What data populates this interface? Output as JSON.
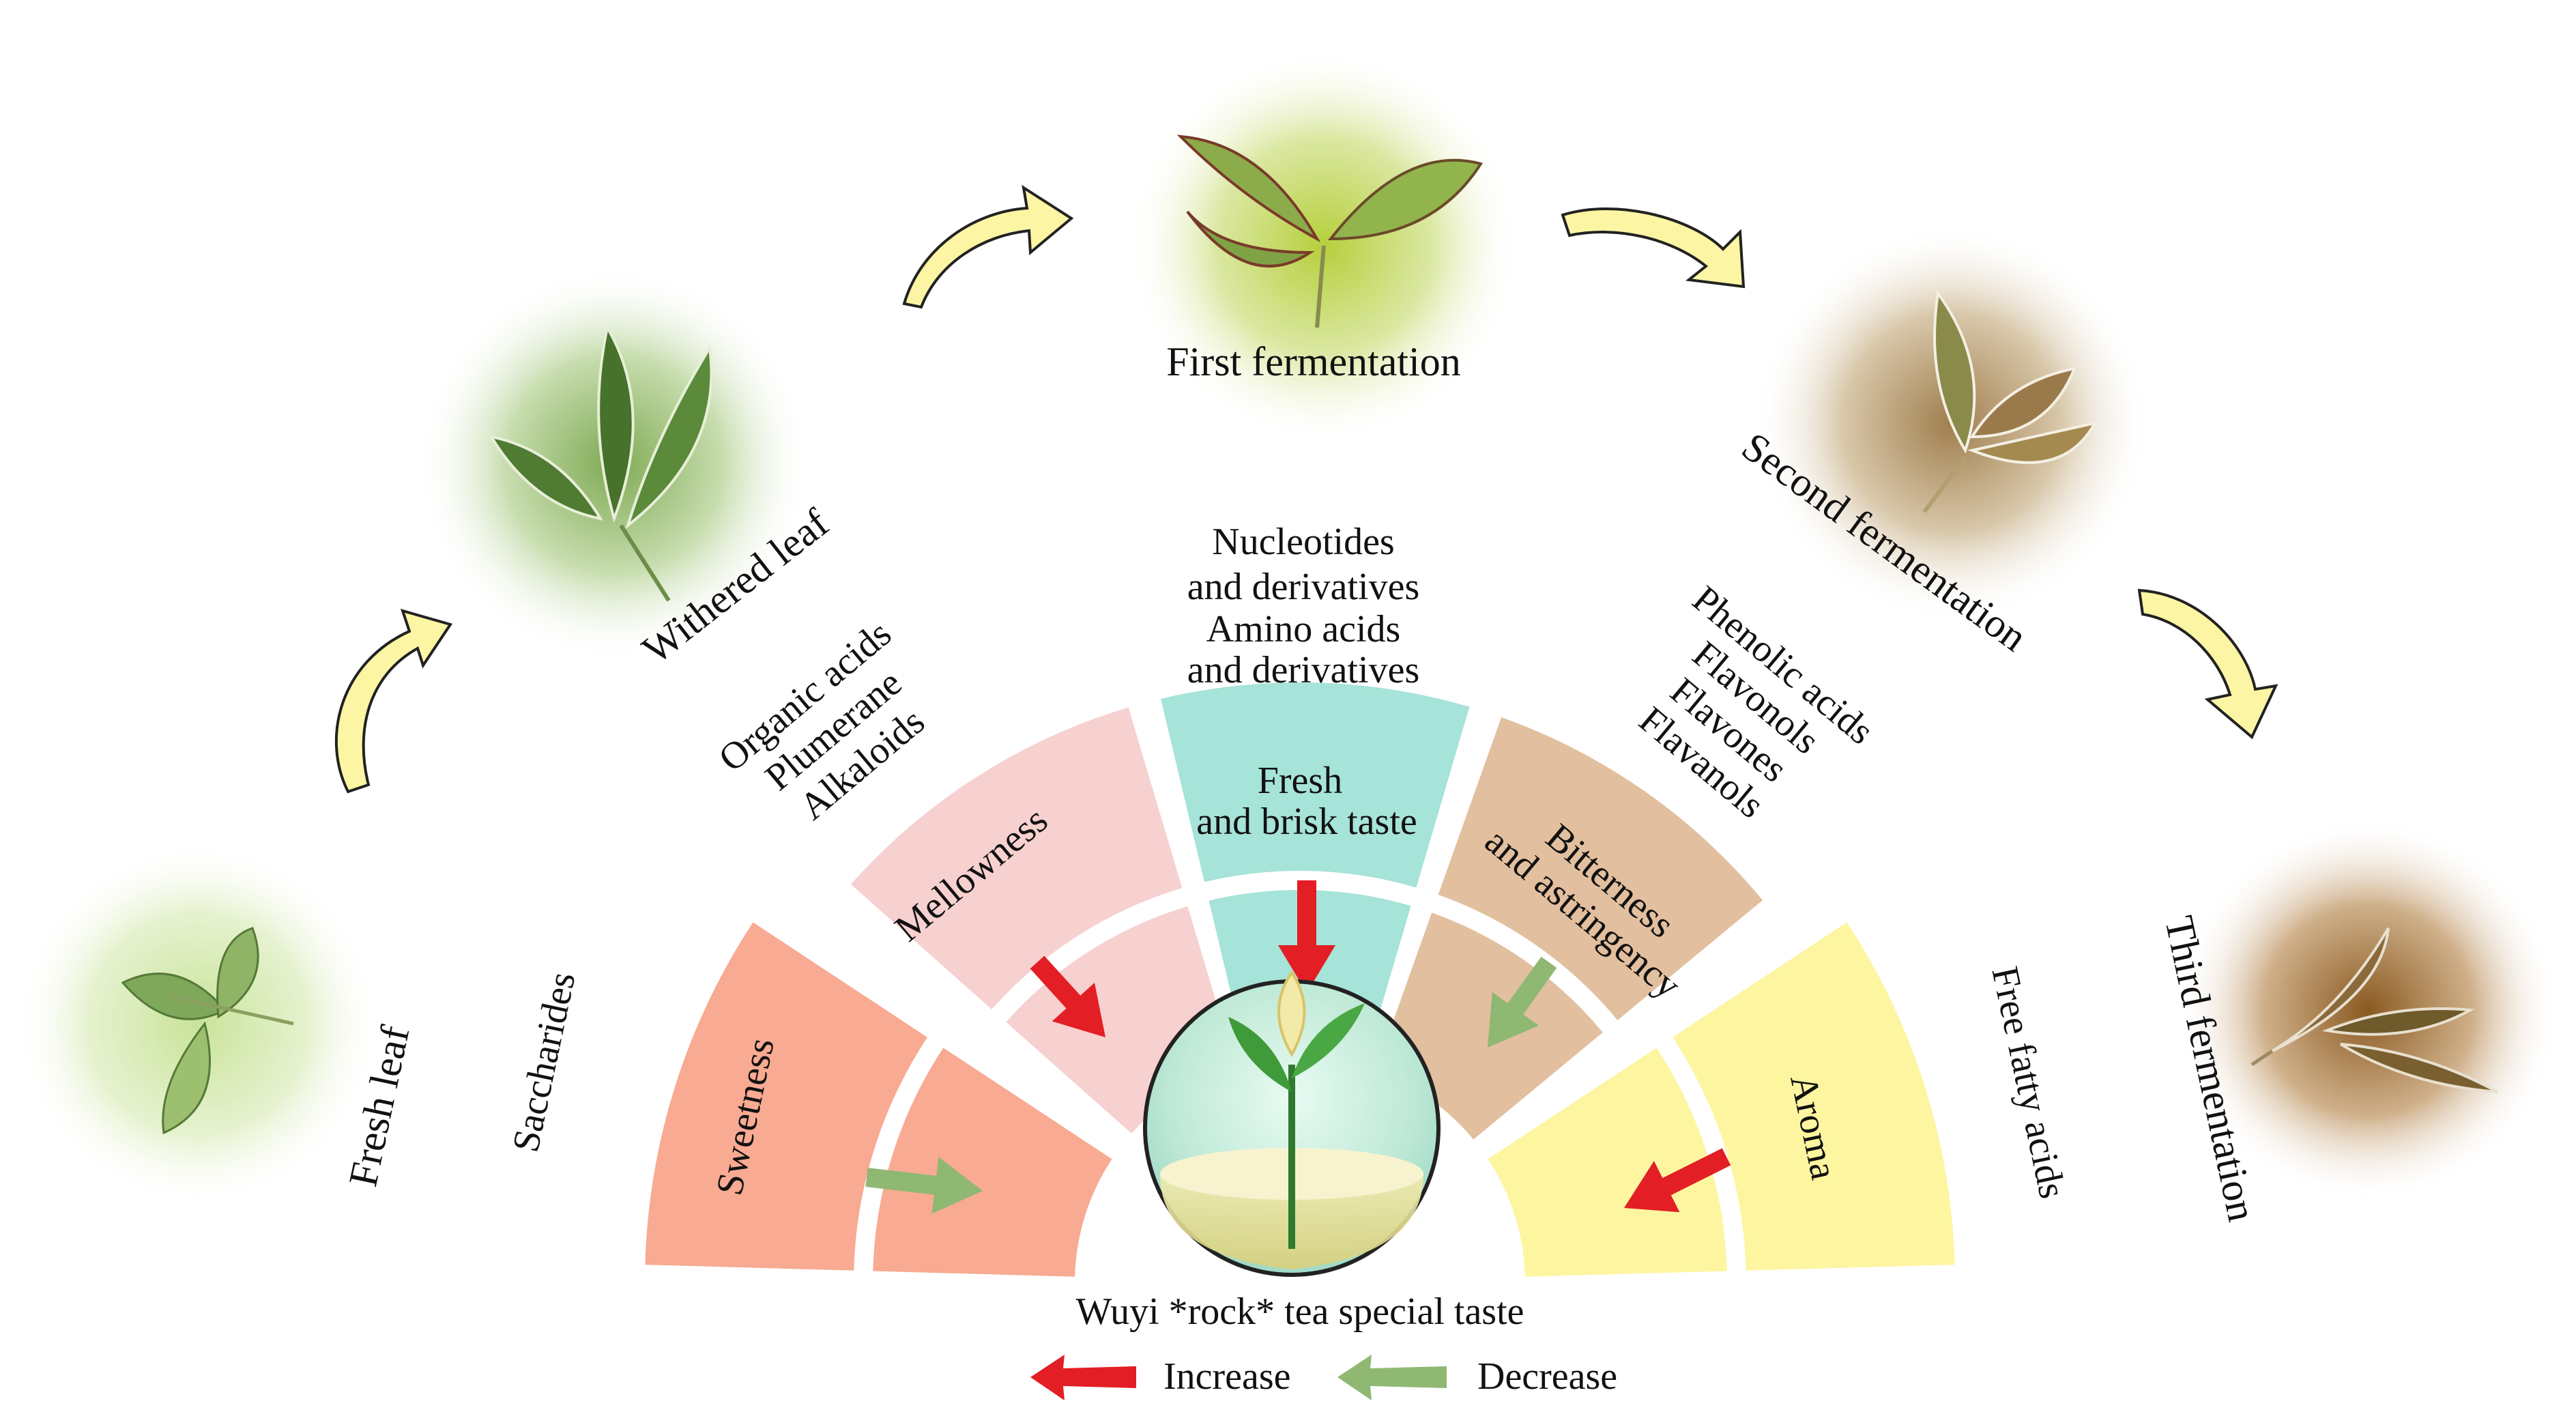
{
  "stages": {
    "fresh": "Fresh leaf",
    "withered": "Withered leaf",
    "first": "First fermentation",
    "second": "Second fermentation",
    "third": "Third fermentation"
  },
  "segments": {
    "saccharides": {
      "compound": "Saccharides",
      "taste": "Sweetness",
      "color": "#f8aa92",
      "effect": "decrease"
    },
    "organic": {
      "compound": [
        "Organic acids",
        "Plumerane",
        "Alkaloids"
      ],
      "taste": "Mellowness",
      "color": "#f7d0d0",
      "effect": "increase"
    },
    "nucleotides": {
      "compound": [
        "Nucleotides",
        "and  derivatives",
        "Amino acids",
        "and  derivatives"
      ],
      "taste": [
        "Fresh",
        "and brisk taste"
      ],
      "color": "#a6e3d8",
      "effect": "increase"
    },
    "phenolic": {
      "compound": [
        "Phenolic acids",
        "Flavonols",
        "Flavones",
        "Flavanols"
      ],
      "taste": [
        "Bitterness",
        "and astringency"
      ],
      "color": "#e2bf9e",
      "effect": "decrease"
    },
    "fatty": {
      "compound": "Free fatty acids",
      "taste": "Aroma",
      "color": "#fdf5a0",
      "effect": "increase"
    }
  },
  "center_label": "Wuyi *rock* tea special taste",
  "legend": {
    "increase": "Increase",
    "decrease": "Decrease"
  },
  "colors": {
    "increase": "#e31e24",
    "decrease": "#8fb873",
    "progress_arrow": "#fcf5a3"
  }
}
